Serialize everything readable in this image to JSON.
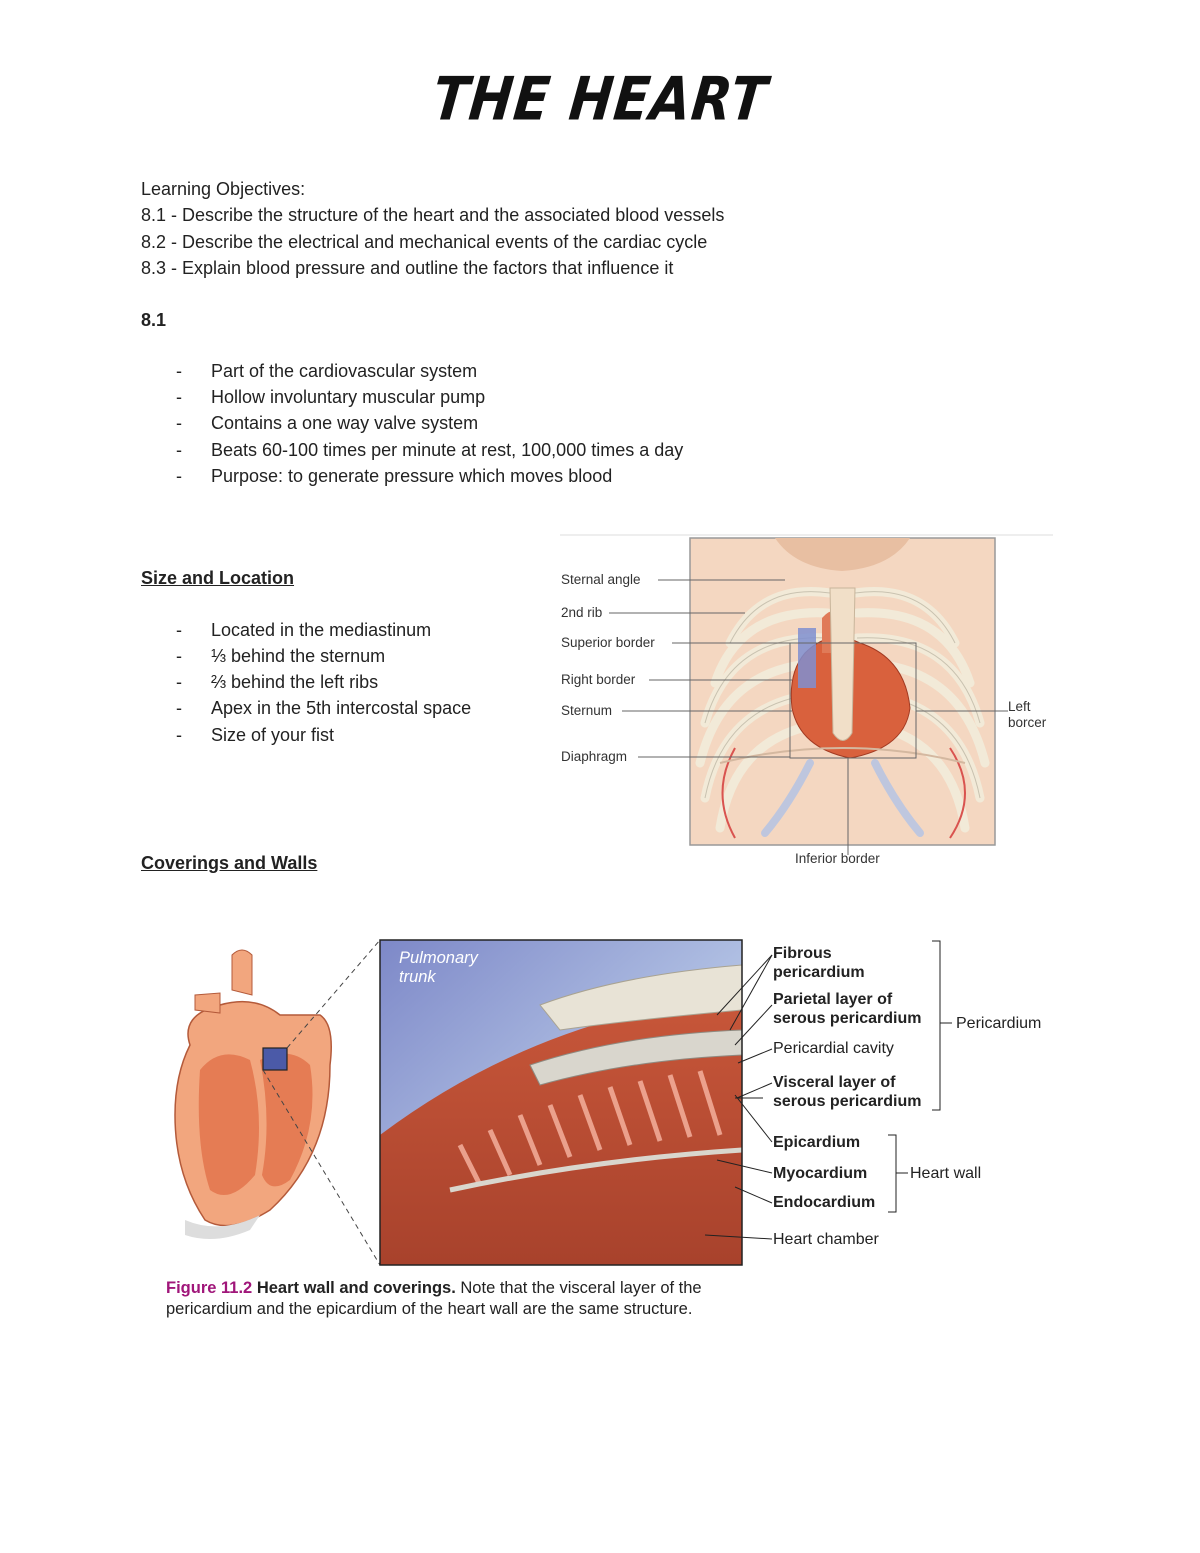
{
  "title": "THE HEART",
  "objectives": {
    "heading": "Learning Objectives:",
    "items": [
      "8.1 - Describe the structure of the heart and the associated blood vessels",
      "8.2 - Describe the electrical and mechanical events of the cardiac cycle",
      "8.3 - Explain blood pressure and outline the factors that influence it"
    ]
  },
  "section_81": {
    "heading": "8.1",
    "bullet_dash": "-",
    "bullets": [
      "Part of the cardiovascular system",
      "Hollow involuntary muscular pump",
      "Contains a one way valve system",
      "Beats 60-100 times per minute at rest, 100,000 times a day",
      "Purpose: to generate pressure which moves blood"
    ]
  },
  "size_location": {
    "heading": "Size and Location",
    "bullets": [
      "Located in the mediastinum",
      "⅓ behind the sternum",
      "⅔ behind the left ribs",
      "Apex in the 5th intercostal space",
      "Size of your fist"
    ]
  },
  "figure_chest": {
    "labels": {
      "sternal_angle": "Sternal angle",
      "second_rib": "2nd rib",
      "superior_border": "Superior border",
      "right_border": "Right border",
      "sternum": "Sternum",
      "diaphragm": "Diaphragm",
      "left_border_1": "Left",
      "left_border_2": "borcer",
      "inferior_border": "Inferior border"
    }
  },
  "coverings": {
    "heading": "Coverings and Walls"
  },
  "figure_wall": {
    "inset_label_1": "Pulmonary",
    "inset_label_2": "trunk",
    "labels": {
      "fibrous_1": "Fibrous",
      "fibrous_2": "pericardium",
      "parietal_1": "Parietal layer of",
      "parietal_2": "serous pericardium",
      "pericardial_cavity": "Pericardial cavity",
      "visceral_1": "Visceral layer of",
      "visceral_2": "serous pericardium",
      "epicardium": "Epicardium",
      "myocardium": "Myocardium",
      "endocardium": "Endocardium",
      "heart_chamber": "Heart chamber",
      "pericardium": "Pericardium",
      "heart_wall": "Heart wall"
    },
    "caption": {
      "number": "Figure 11.2",
      "title": "Heart wall and coverings.",
      "text": "Note that the visceral layer of the pericardium and the epicardium of the heart wall are the same structure."
    }
  }
}
